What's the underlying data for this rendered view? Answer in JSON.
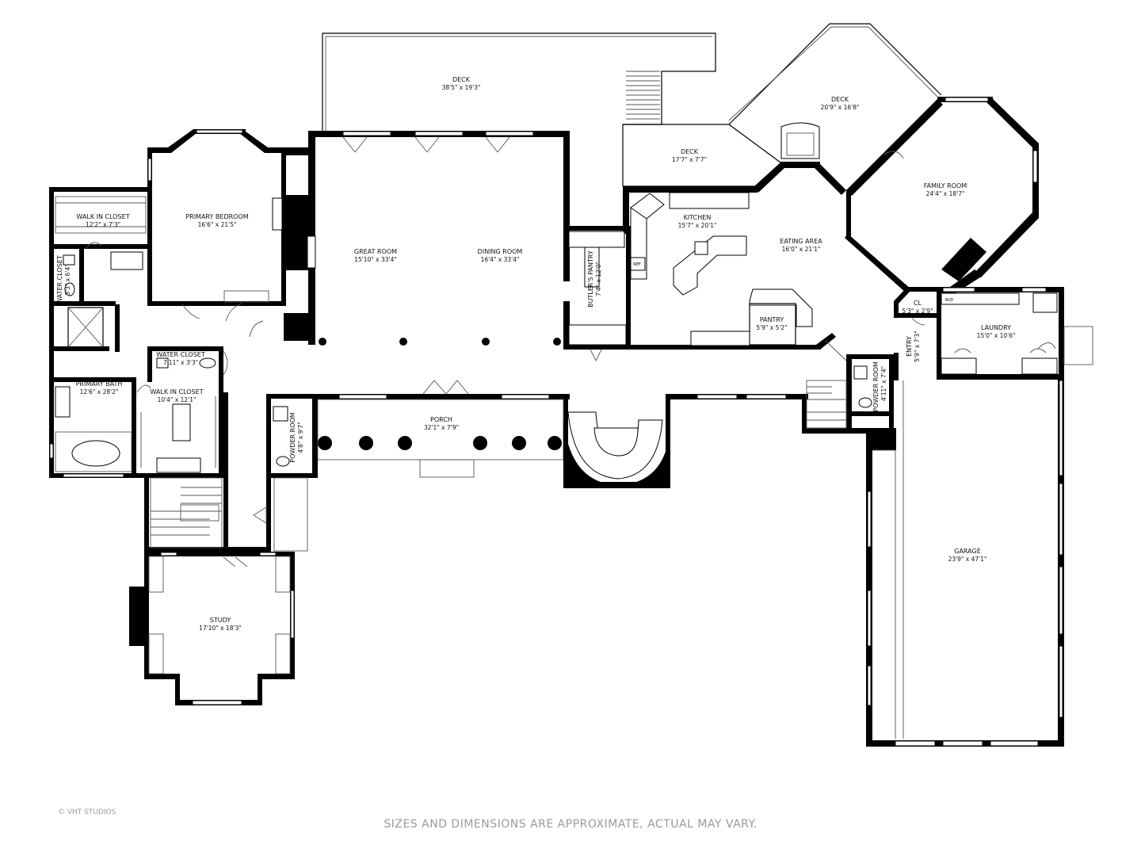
{
  "rooms": {
    "deck_main": {
      "name": "DECK",
      "dim": "38'5\" x 19'3\""
    },
    "deck_right": {
      "name": "DECK",
      "dim": "20'9\" x 16'8\""
    },
    "deck_small": {
      "name": "DECK",
      "dim": "17'7\" x 7'7\""
    },
    "family_room": {
      "name": "FAMILY ROOM",
      "dim": "24'4\" x 18'7\""
    },
    "kitchen": {
      "name": "KITCHEN",
      "dim": "15'7\" x 20'1\""
    },
    "eating_area": {
      "name": "EATING AREA",
      "dim": "16'0\" x 21'1\""
    },
    "walk_in_closet_1": {
      "name": "WALK IN CLOSET",
      "dim": "12'2\" x 7'3\""
    },
    "primary_bedroom": {
      "name": "PRIMARY BEDROOM",
      "dim": "16'6\" x 21'5\""
    },
    "great_room": {
      "name": "GREAT ROOM",
      "dim": "15'10\" x 33'4\""
    },
    "dining_room": {
      "name": "DINING ROOM",
      "dim": "16'4\" x 33'4\""
    },
    "butlers_pantry": {
      "name": "BUTLER'S PANTRY",
      "dim": "7'4\" x 12'0\""
    },
    "water_closet_1": {
      "name": "WATER CLOSET",
      "dim": "3'3\" x 6'4\""
    },
    "pantry": {
      "name": "PANTRY",
      "dim": "5'9\" x 5'2\""
    },
    "cl": {
      "name": "CL",
      "dim": "5'3\" x 2'9\""
    },
    "laundry": {
      "name": "LAUNDRY",
      "dim": "15'0\" x 10'6\""
    },
    "entry": {
      "name": "ENTRY",
      "dim": "5'9\" x 7'3\""
    },
    "water_closet_2": {
      "name": "WATER CLOSET",
      "dim": "7'11\" x 3'3\""
    },
    "primary_bath": {
      "name": "PRIMARY BATH",
      "dim": "12'6\" x 28'2\""
    },
    "walk_in_closet_2": {
      "name": "WALK IN CLOSET",
      "dim": "10'4\" x 12'1\""
    },
    "powder_room": {
      "name": "POWDER ROOM",
      "dim": "4'8\" x 9'7\""
    },
    "porch": {
      "name": "PORCH",
      "dim": "32'1\" x 7'9\""
    },
    "powder_room_2": {
      "name": "POWDER ROOM 2",
      "dim": "4'11\" x 7'4\""
    },
    "garage": {
      "name": "GARAGE",
      "dim": "23'9\" x 47'1\""
    },
    "study": {
      "name": "STUDY",
      "dim": "17'10\" x 18'3\""
    }
  },
  "fixture_labels": {
    "refrigerator": "REF",
    "washer_dryer": "W/D"
  },
  "footer": {
    "note": "SIZES AND DIMENSIONS ARE APPROXIMATE, ACTUAL MAY VARY.",
    "copyright": "© VHT STUDIOS"
  }
}
